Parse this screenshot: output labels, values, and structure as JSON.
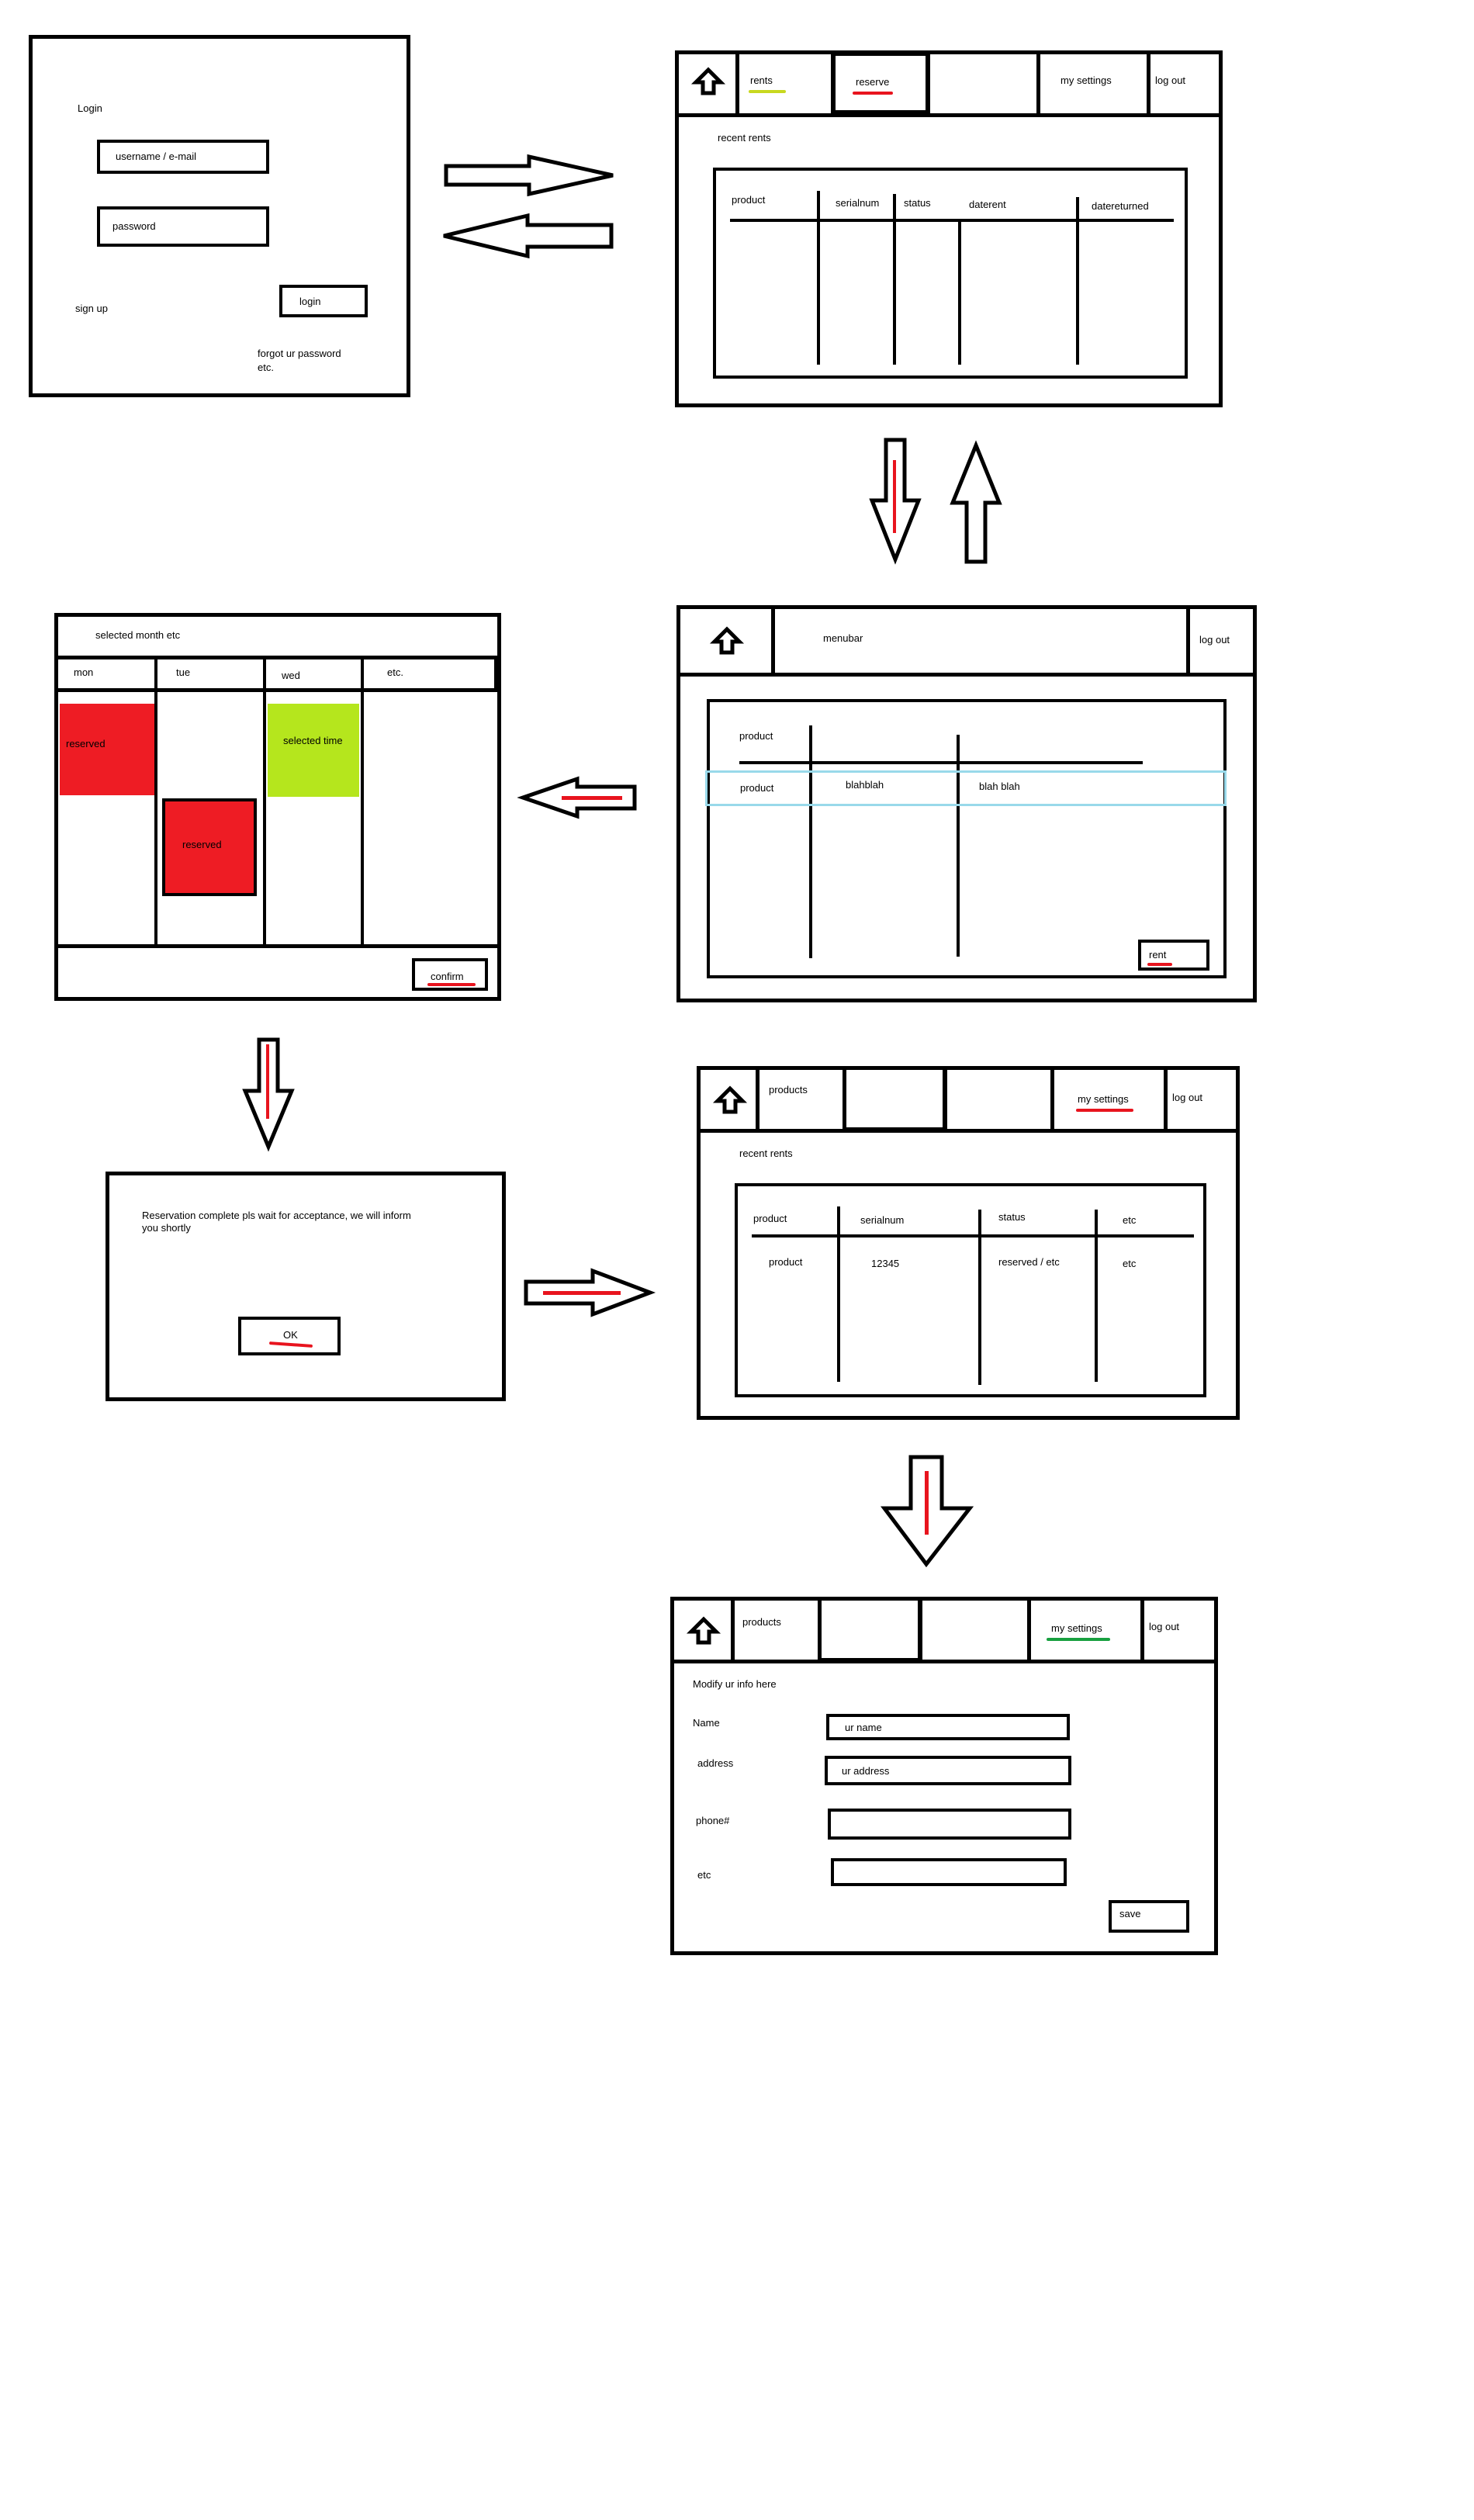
{
  "colors": {
    "stroke": "#000000",
    "accent_red": "#e8141e",
    "accent_yellow": "#c8d820",
    "accent_green": "#18a040",
    "reserved": "#ee1c24",
    "selected_time": "#b5e61d",
    "highlight_row": "#99d9ea"
  },
  "login": {
    "title": "Login",
    "username_placeholder": "username  / e-mail",
    "password_placeholder": "password",
    "signup": "sign up",
    "login_button": "login",
    "forgot_line1": "forgot ur password",
    "forgot_line2": "etc."
  },
  "rents_screen": {
    "home_icon": "up-arrow-icon",
    "tabs": [
      "rents",
      "reserve",
      "",
      "my settings",
      "log out"
    ],
    "section_title": "recent rents",
    "columns": [
      "product",
      "serialnum",
      "status",
      "daterent",
      "datereturned"
    ]
  },
  "reserve_screen": {
    "home_icon": "up-arrow-icon",
    "menubar": "menubar",
    "logout": "log out",
    "header": "product",
    "row": [
      "product",
      "blahblah",
      "blah blah"
    ],
    "rent_button": "rent"
  },
  "calendar_screen": {
    "header": "selected month etc",
    "days": [
      "mon",
      "tue",
      "wed",
      "etc."
    ],
    "reserved1": "reserved",
    "reserved2": "reserved",
    "selected": "selected time",
    "confirm_button": "confirm"
  },
  "confirmation_dialog": {
    "message": "Reservation complete pls wait for acceptance, we will inform you shortly",
    "ok_button": "OK"
  },
  "products_screen": {
    "home_icon": "up-arrow-icon",
    "tabs": [
      "products",
      "",
      "",
      "my settings",
      "log out"
    ],
    "section_title": "recent rents",
    "columns": [
      "product",
      "serialnum",
      "status",
      "etc"
    ],
    "row": [
      "product",
      "12345",
      "reserved / etc",
      "etc"
    ]
  },
  "settings_screen": {
    "home_icon": "up-arrow-icon",
    "tabs": [
      "products",
      "",
      "",
      "my settings",
      "log out"
    ],
    "title": "Modify ur info here",
    "fields": [
      {
        "label": "Name",
        "value": "ur name"
      },
      {
        "label": "address",
        "value": "ur address"
      },
      {
        "label": "phone#",
        "value": ""
      },
      {
        "label": "etc",
        "value": ""
      }
    ],
    "save_button": "save"
  }
}
